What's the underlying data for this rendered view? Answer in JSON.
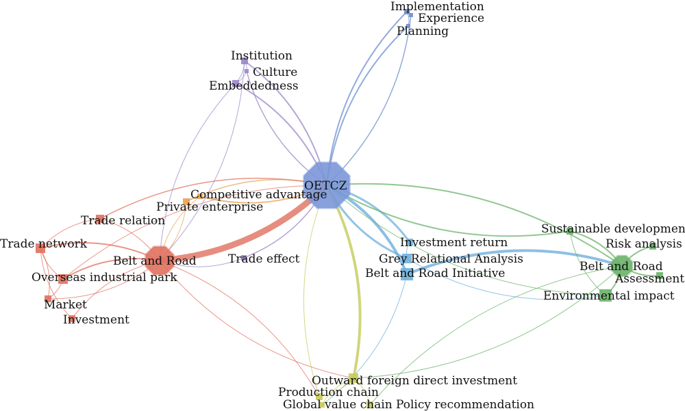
{
  "network": {
    "colors": {
      "hub": "#7b97d8",
      "red": "#e0715f",
      "purple": "#9b87c8",
      "blue": "#6f8fcf",
      "lightblue": "#6fb0dd",
      "green": "#6bb36a",
      "yellow": "#c6cb5a",
      "orange": "#e9a355"
    },
    "nodes": [
      {
        "id": "oetcz",
        "label": "OETCZ",
        "cluster": "hub"
      },
      {
        "id": "implementation",
        "label": "Implementation",
        "cluster": "blue"
      },
      {
        "id": "experience",
        "label": "Experience",
        "cluster": "blue"
      },
      {
        "id": "planning",
        "label": "Planning",
        "cluster": "blue"
      },
      {
        "id": "institution",
        "label": "Institution",
        "cluster": "purple"
      },
      {
        "id": "culture",
        "label": "Culture",
        "cluster": "purple"
      },
      {
        "id": "embeddedness",
        "label": "Embeddedness",
        "cluster": "purple"
      },
      {
        "id": "competitive",
        "label": "Competitive advantage",
        "cluster": "orange"
      },
      {
        "id": "private",
        "label": "Private enterprise",
        "cluster": "orange"
      },
      {
        "id": "trade_relation",
        "label": "Trade relation",
        "cluster": "red"
      },
      {
        "id": "trade_network",
        "label": "Trade network",
        "cluster": "red"
      },
      {
        "id": "belt_red",
        "label": "Belt and Road",
        "cluster": "red"
      },
      {
        "id": "overseas",
        "label": "Overseas industrial park",
        "cluster": "red"
      },
      {
        "id": "market",
        "label": "Market",
        "cluster": "red"
      },
      {
        "id": "investment",
        "label": "Investment",
        "cluster": "red"
      },
      {
        "id": "trade_effect",
        "label": "Trade effect",
        "cluster": "purple"
      },
      {
        "id": "inv_return",
        "label": "Investment return",
        "cluster": "lightblue"
      },
      {
        "id": "grey",
        "label": "Grey Relational Analysis",
        "cluster": "lightblue"
      },
      {
        "id": "bri",
        "label": "Belt and Road Initiative",
        "cluster": "lightblue"
      },
      {
        "id": "sustainable",
        "label": "Sustainable development",
        "cluster": "green"
      },
      {
        "id": "risk",
        "label": "Risk analysis",
        "cluster": "green"
      },
      {
        "id": "belt_green",
        "label": "Belt and Road",
        "cluster": "green"
      },
      {
        "id": "assessment",
        "label": "Assessment",
        "cluster": "green"
      },
      {
        "id": "environmental",
        "label": "Environmental impact",
        "cluster": "green"
      },
      {
        "id": "ofdi",
        "label": "Outward foreign direct investment",
        "cluster": "yellow"
      },
      {
        "id": "production",
        "label": "Production chain",
        "cluster": "yellow"
      },
      {
        "id": "gvc",
        "label": "Global value chain",
        "cluster": "yellow"
      },
      {
        "id": "policy",
        "label": "Policy recommendation",
        "cluster": "yellow"
      }
    ],
    "edges": [
      {
        "source": "oetcz",
        "target": "implementation",
        "weight": 2
      },
      {
        "source": "oetcz",
        "target": "experience",
        "weight": 1.5
      },
      {
        "source": "oetcz",
        "target": "planning",
        "weight": 2
      },
      {
        "source": "oetcz",
        "target": "institution",
        "weight": 2
      },
      {
        "source": "oetcz",
        "target": "culture",
        "weight": 1.5
      },
      {
        "source": "oetcz",
        "target": "embeddedness",
        "weight": 2
      },
      {
        "source": "oetcz",
        "target": "competitive",
        "weight": 2
      },
      {
        "source": "oetcz",
        "target": "private",
        "weight": 1.5
      },
      {
        "source": "oetcz",
        "target": "belt_red",
        "weight": 9
      },
      {
        "source": "oetcz",
        "target": "trade_relation",
        "weight": 1.5
      },
      {
        "source": "oetcz",
        "target": "trade_effect",
        "weight": 1.5
      },
      {
        "source": "oetcz",
        "target": "overseas",
        "weight": 1
      },
      {
        "source": "oetcz",
        "target": "inv_return",
        "weight": 3
      },
      {
        "source": "oetcz",
        "target": "grey",
        "weight": 3
      },
      {
        "source": "oetcz",
        "target": "bri",
        "weight": 4
      },
      {
        "source": "oetcz",
        "target": "sustainable",
        "weight": 2
      },
      {
        "source": "oetcz",
        "target": "belt_green",
        "weight": 2
      },
      {
        "source": "oetcz",
        "target": "environmental",
        "weight": 1
      },
      {
        "source": "oetcz",
        "target": "ofdi",
        "weight": 4
      },
      {
        "source": "oetcz",
        "target": "production",
        "weight": 1
      },
      {
        "source": "implementation",
        "target": "experience",
        "weight": 1
      },
      {
        "source": "planning",
        "target": "implementation",
        "weight": 1
      },
      {
        "source": "institution",
        "target": "culture",
        "weight": 1
      },
      {
        "source": "embeddedness",
        "target": "culture",
        "weight": 1
      },
      {
        "source": "institution",
        "target": "embeddedness",
        "weight": 1
      },
      {
        "source": "embeddedness",
        "target": "belt_red",
        "weight": 1
      },
      {
        "source": "institution",
        "target": "belt_red",
        "weight": 1
      },
      {
        "source": "competitive",
        "target": "private",
        "weight": 1
      },
      {
        "source": "private",
        "target": "belt_red",
        "weight": 1
      },
      {
        "source": "competitive",
        "target": "belt_red",
        "weight": 1
      },
      {
        "source": "trade_relation",
        "target": "belt_red",
        "weight": 1
      },
      {
        "source": "trade_relation",
        "target": "trade_network",
        "weight": 1
      },
      {
        "source": "trade_network",
        "target": "belt_red",
        "weight": 2
      },
      {
        "source": "trade_network",
        "target": "overseas",
        "weight": 1
      },
      {
        "source": "trade_network",
        "target": "market",
        "weight": 1
      },
      {
        "source": "trade_network",
        "target": "investment",
        "weight": 1
      },
      {
        "source": "overseas",
        "target": "belt_red",
        "weight": 2
      },
      {
        "source": "market",
        "target": "overseas",
        "weight": 1
      },
      {
        "source": "investment",
        "target": "belt_red",
        "weight": 1
      },
      {
        "source": "market",
        "target": "belt_red",
        "weight": 1
      },
      {
        "source": "trade_effect",
        "target": "belt_red",
        "weight": 1
      },
      {
        "source": "belt_red",
        "target": "ofdi",
        "weight": 1
      },
      {
        "source": "belt_red",
        "target": "production",
        "weight": 1
      },
      {
        "source": "inv_return",
        "target": "grey",
        "weight": 1
      },
      {
        "source": "bri",
        "target": "belt_green",
        "weight": 4
      },
      {
        "source": "grey",
        "target": "environmental",
        "weight": 1
      },
      {
        "source": "bri",
        "target": "gvc",
        "weight": 1
      },
      {
        "source": "belt_green",
        "target": "sustainable",
        "weight": 2
      },
      {
        "source": "belt_green",
        "target": "risk",
        "weight": 2
      },
      {
        "source": "belt_green",
        "target": "assessment",
        "weight": 2
      },
      {
        "source": "belt_green",
        "target": "environmental",
        "weight": 2
      },
      {
        "source": "sustainable",
        "target": "environmental",
        "weight": 1
      },
      {
        "source": "belt_green",
        "target": "ofdi",
        "weight": 1
      },
      {
        "source": "belt_green",
        "target": "policy",
        "weight": 1
      },
      {
        "source": "ofdi",
        "target": "production",
        "weight": 1
      },
      {
        "source": "ofdi",
        "target": "gvc",
        "weight": 1
      },
      {
        "source": "ofdi",
        "target": "policy",
        "weight": 1
      },
      {
        "source": "production",
        "target": "gvc",
        "weight": 1
      }
    ]
  }
}
